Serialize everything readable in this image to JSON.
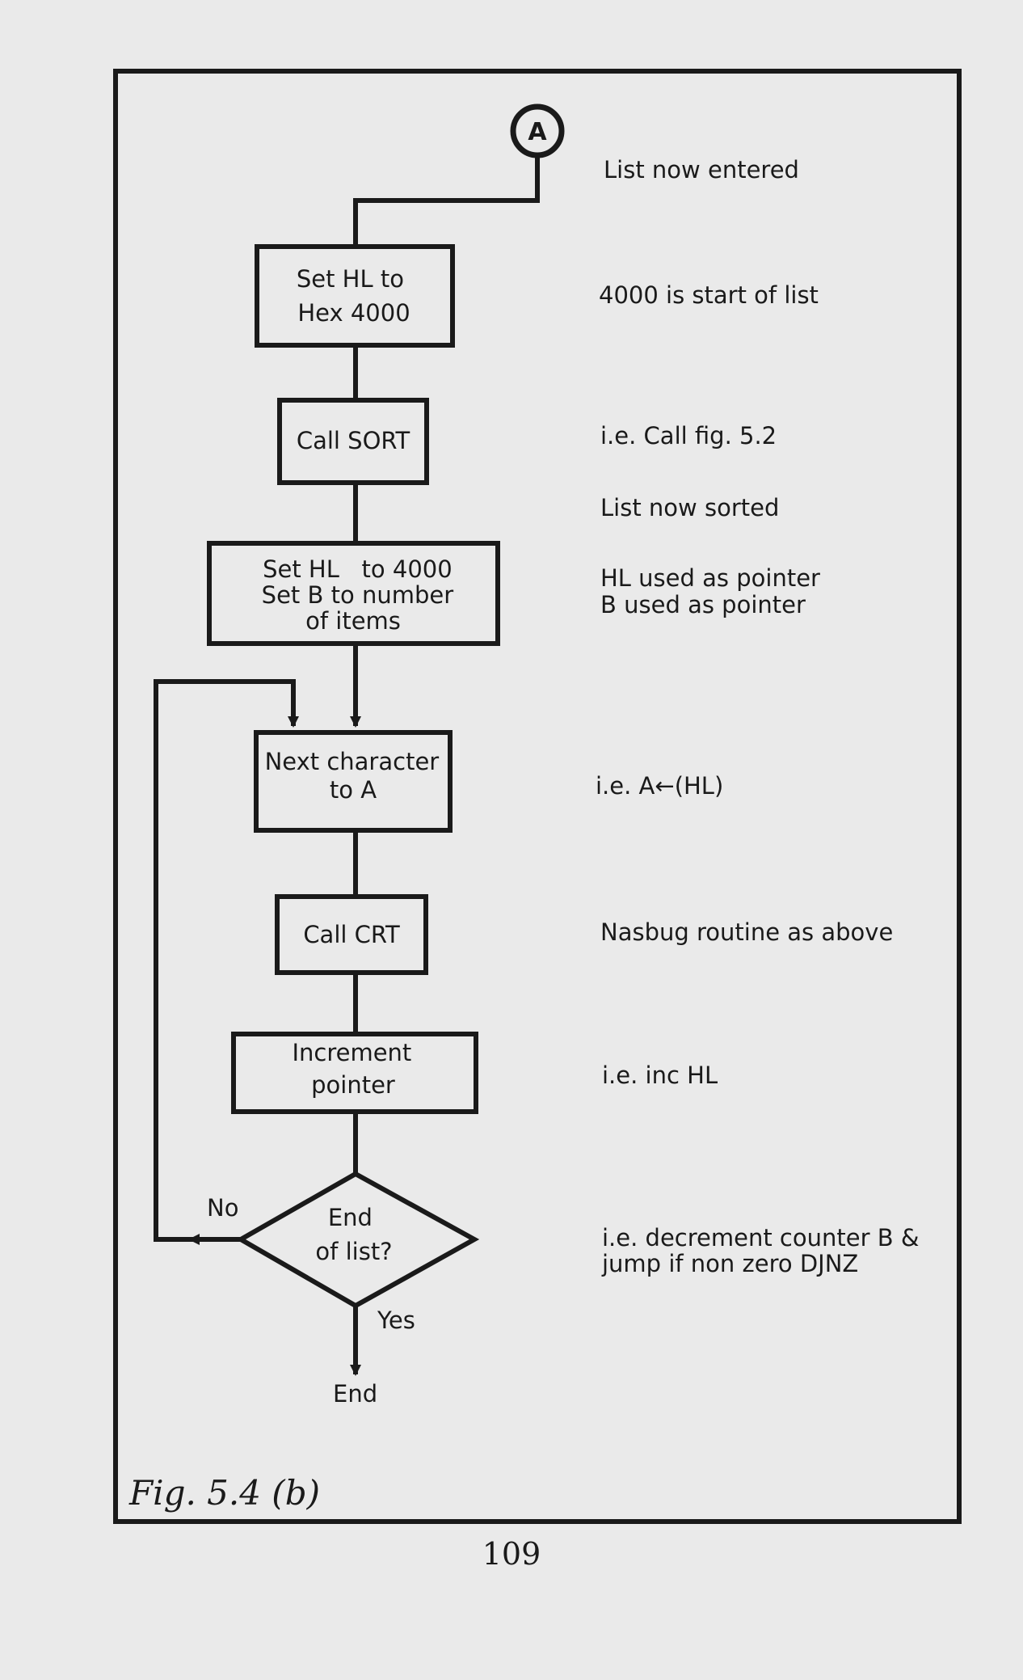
{
  "connector": {
    "label": "A"
  },
  "steps": [
    {
      "id": "set-hl",
      "lines": [
        "Set HL to",
        "Hex 4000"
      ]
    },
    {
      "id": "call-sort",
      "lines": [
        "Call SORT"
      ]
    },
    {
      "id": "set-hl-b",
      "lines": [
        "Set HL   to 4000",
        "Set B to number",
        "of items"
      ]
    },
    {
      "id": "next-char",
      "lines": [
        "Next character",
        "to A"
      ]
    },
    {
      "id": "call-crt",
      "lines": [
        "Call CRT"
      ]
    },
    {
      "id": "increment",
      "lines": [
        "Increment",
        "pointer"
      ]
    }
  ],
  "decision": {
    "lines": [
      "End",
      "of list?"
    ],
    "no_label": "No",
    "yes_label": "Yes"
  },
  "terminal": {
    "label": "End"
  },
  "notes": [
    "List now entered",
    "4000 is start of list",
    "i.e. Call fig. 5.2",
    "List now sorted",
    [
      "HL used as pointer",
      "B used as pointer"
    ],
    "i.e. A←(HL)",
    "Nasbug routine as above",
    "i.e. inc HL",
    [
      "i.e. decrement counter B &",
      "jump if non zero DJNZ"
    ]
  ],
  "caption": "Fig. 5.4 (b)",
  "page_number": "109"
}
